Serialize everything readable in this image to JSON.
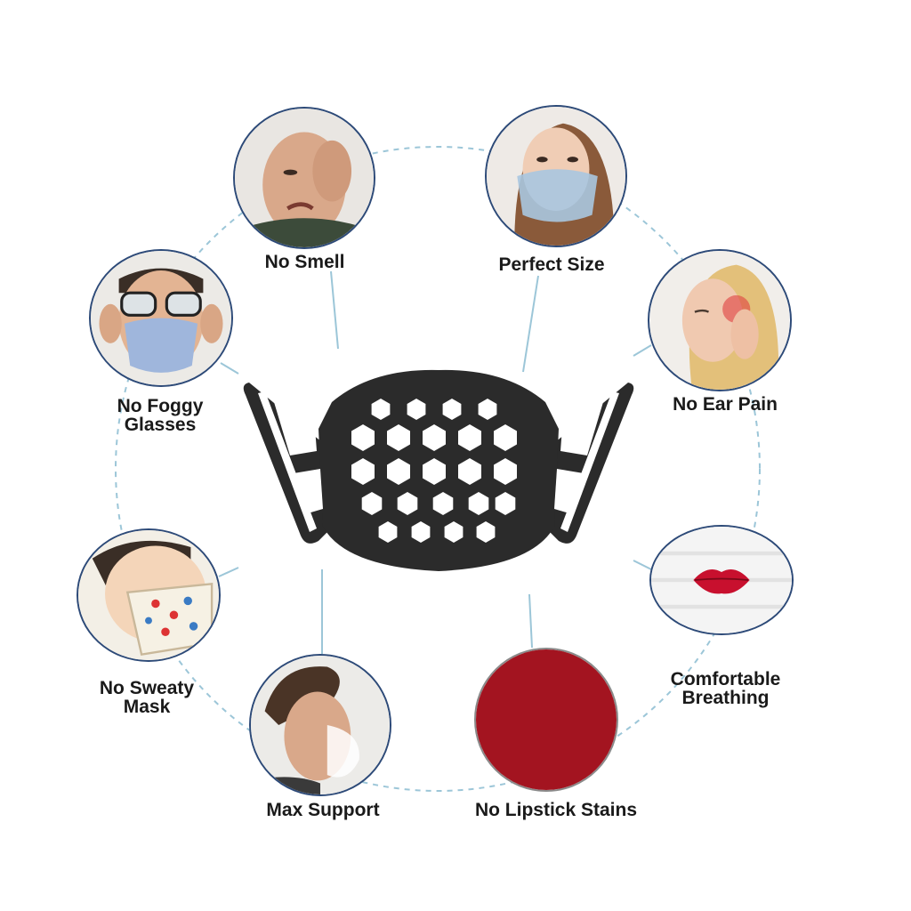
{
  "features": [
    {
      "id": "no-smell",
      "label": "No Smell",
      "icon": "person-holding-nose-photo"
    },
    {
      "id": "perfect-size",
      "label": "Perfect Size",
      "icon": "woman-wearing-mask-photo"
    },
    {
      "id": "no-ear-pain",
      "label": "No Ear Pain",
      "icon": "woman-ear-pain-photo"
    },
    {
      "id": "comfortable-breathing",
      "label": "Comfortable\nBreathing",
      "icon": "lipstick-mark-mask-photo"
    },
    {
      "id": "no-lipstick-stains",
      "label": "No Lipstick Stains",
      "icon": "red-circle-photo"
    },
    {
      "id": "max-support",
      "label": "Max Support",
      "icon": "man-with-mask-bracket-photo"
    },
    {
      "id": "no-sweaty-mask",
      "label": "No Sweaty\nMask",
      "icon": "sweaty-mask-photo"
    },
    {
      "id": "no-foggy-glasses",
      "label": "No Foggy\nGlasses",
      "icon": "foggy-glasses-photo"
    }
  ],
  "colors": {
    "bracket": "#2b2b2b",
    "ring": "#9cc6d8",
    "border": "#2d4a78",
    "lipstick": "#a31420",
    "label": "#1a1a1a"
  },
  "center_icon": "silicone-mask-bracket-icon"
}
